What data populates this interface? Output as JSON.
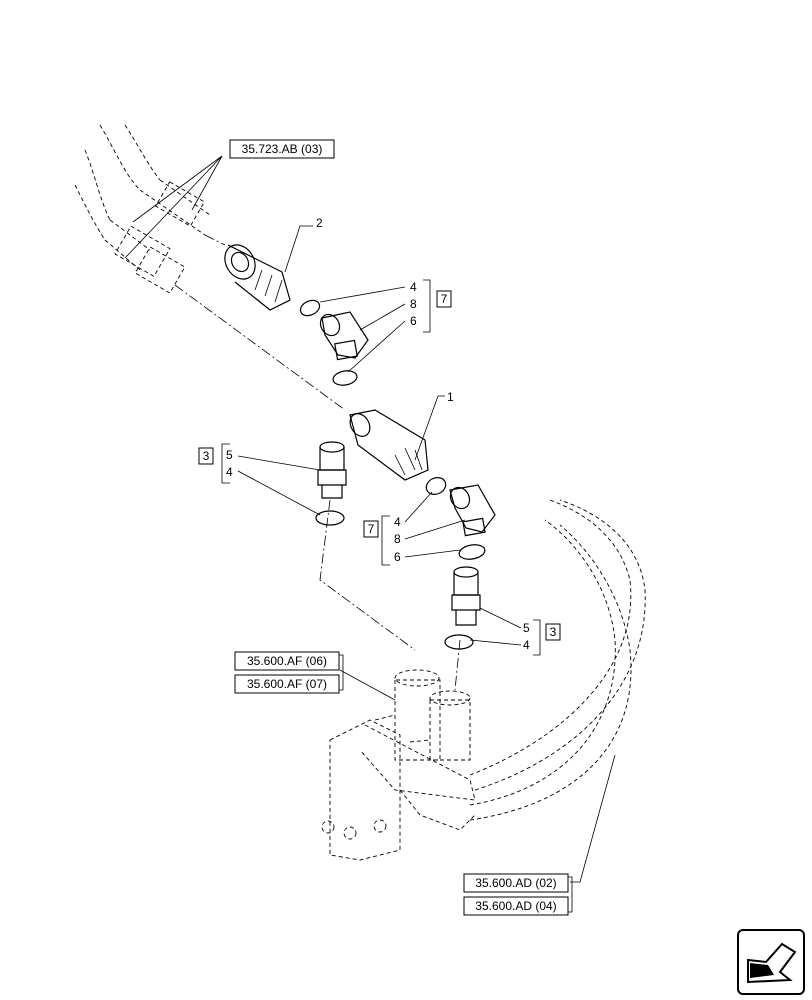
{
  "references": {
    "top": "35.723.AB (03)",
    "mid_1": "35.600.AF (06)",
    "mid_2": "35.600.AF (07)",
    "bottom_1": "35.600.AD (02)",
    "bottom_2": "35.600.AD (04)"
  },
  "callouts": {
    "p1": "1",
    "p2": "2",
    "g7a": {
      "box": "7",
      "items": [
        "4",
        "8",
        "6"
      ]
    },
    "g3a": {
      "box": "3",
      "items": [
        "5",
        "4"
      ]
    },
    "g7b": {
      "box": "7",
      "items": [
        "4",
        "8",
        "6"
      ]
    },
    "g3b": {
      "box": "3",
      "items": [
        "5",
        "4"
      ]
    }
  },
  "icons": {
    "nav": "arrow-icon"
  }
}
